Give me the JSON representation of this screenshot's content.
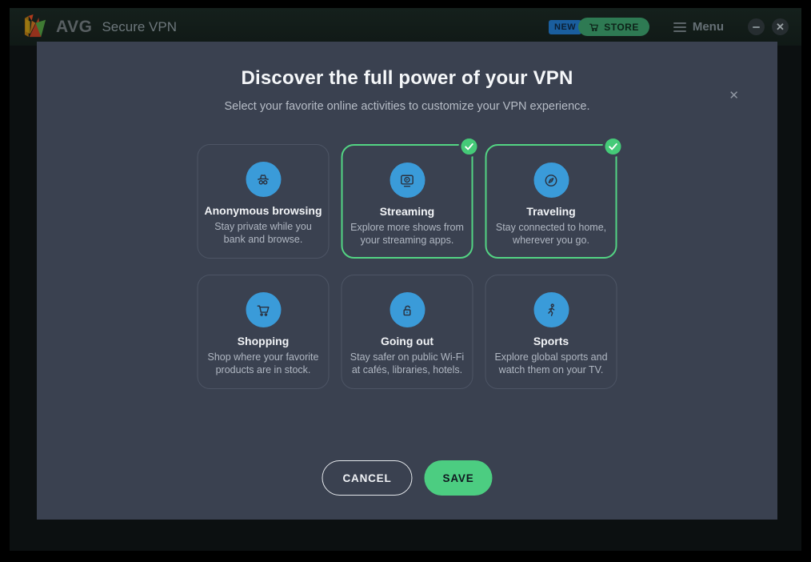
{
  "window": {
    "brand": "AVG",
    "app_title": "Secure VPN",
    "new_badge": "NEW",
    "store_label": "STORE",
    "menu_label": "Menu"
  },
  "modal": {
    "close_glyph": "✕",
    "title": "Discover the full power of your VPN",
    "subtitle": "Select your favorite online activities to customize your VPN experience.",
    "cards": [
      {
        "title": "Anonymous browsing",
        "desc": "Stay private while you bank and browse.",
        "icon": "incognito-icon",
        "selected": false
      },
      {
        "title": "Streaming",
        "desc": "Explore more shows from your streaming apps.",
        "icon": "streaming-icon",
        "selected": true
      },
      {
        "title": "Traveling",
        "desc": "Stay connected to home, wherever you go.",
        "icon": "compass-icon",
        "selected": true
      },
      {
        "title": "Shopping",
        "desc": "Shop where your favorite products are in stock.",
        "icon": "shopping-cart-icon",
        "selected": false
      },
      {
        "title": "Going out",
        "desc": "Stay safer on public Wi-Fi at cafés, libraries, hotels.",
        "icon": "padlock-open-icon",
        "selected": false
      },
      {
        "title": "Sports",
        "desc": "Explore global sports and watch them on your TV.",
        "icon": "runner-icon",
        "selected": false
      }
    ],
    "buttons": {
      "cancel": "CANCEL",
      "save": "SAVE"
    },
    "colors": {
      "accent_green": "#4ccd81",
      "selected_border": "#53d483",
      "icon_circle_blue": "#3a9bd9",
      "modal_background": "#3a4150",
      "new_badge_blue": "#1a5e9e",
      "store_green": "#2e7a53"
    }
  }
}
